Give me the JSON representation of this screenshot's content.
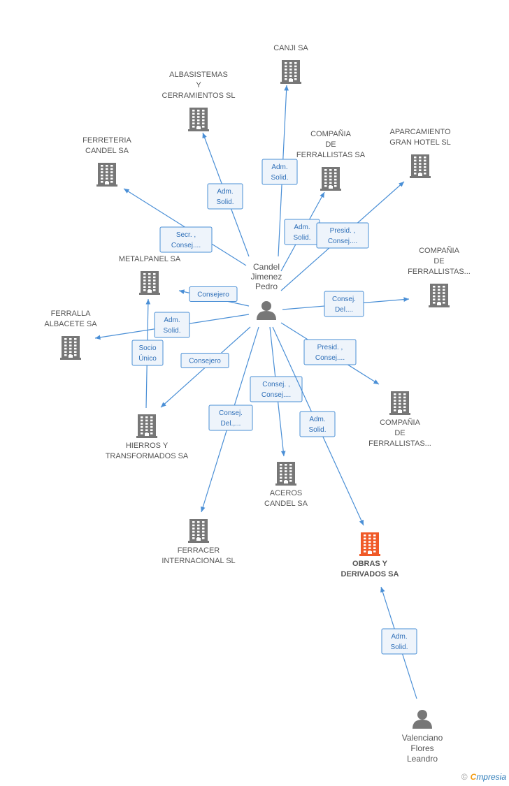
{
  "nodes": [
    {
      "id": "canji",
      "type": "company",
      "label": [
        "CANJI SA"
      ]
    },
    {
      "id": "albasistemas",
      "type": "company",
      "label": [
        "ALBASISTEMAS",
        "Y",
        "CERRAMIENTOS SL"
      ]
    },
    {
      "id": "ferreteria",
      "type": "company",
      "label": [
        "FERRETERIA",
        "CANDEL SA"
      ]
    },
    {
      "id": "compania1",
      "type": "company",
      "label": [
        "COMPAÑIA",
        "DE",
        "FERRALLISTAS SA"
      ]
    },
    {
      "id": "aparcamiento",
      "type": "company",
      "label": [
        "APARCAMIENTO",
        "GRAN HOTEL SL"
      ]
    },
    {
      "id": "metalpanel",
      "type": "company",
      "label": [
        "METALPANEL SA"
      ]
    },
    {
      "id": "compania2",
      "type": "company",
      "label": [
        "COMPAÑIA",
        "DE",
        "FERRALLISTAS..."
      ]
    },
    {
      "id": "ferralla",
      "type": "company",
      "label": [
        "FERRALLA",
        "ALBACETE SA"
      ]
    },
    {
      "id": "compania3",
      "type": "company",
      "label": [
        "COMPAÑIA",
        "DE",
        "FERRALLISTAS..."
      ]
    },
    {
      "id": "hierros",
      "type": "company",
      "label": [
        "HIERROS Y",
        "TRANSFORMADOS SA"
      ]
    },
    {
      "id": "aceros",
      "type": "company",
      "label": [
        "ACEROS",
        "CANDEL SA"
      ]
    },
    {
      "id": "ferracer",
      "type": "company",
      "label": [
        "FERRACER",
        "INTERNACIONAL SL"
      ]
    },
    {
      "id": "obras",
      "type": "company",
      "highlight": true,
      "label": [
        "OBRAS Y",
        "DERIVADOS SA"
      ]
    },
    {
      "id": "candel",
      "type": "person",
      "label": [
        "Candel",
        "Jimenez",
        "Pedro"
      ]
    },
    {
      "id": "valenciano",
      "type": "person",
      "label": [
        "Valenciano",
        "Flores",
        "Leandro"
      ]
    }
  ],
  "edges": [
    {
      "from": "candel",
      "to": "canji",
      "label": [
        "Adm.",
        "Solid."
      ]
    },
    {
      "from": "candel",
      "to": "albasistemas",
      "label": [
        "Adm.",
        "Solid."
      ]
    },
    {
      "from": "candel",
      "to": "ferreteria",
      "label": [
        "Secr. ,",
        "Consej...."
      ]
    },
    {
      "from": "candel",
      "to": "compania1",
      "label": [
        "Adm.",
        "Solid."
      ]
    },
    {
      "from": "candel",
      "to": "aparcamiento",
      "label": [
        "Presid. ,",
        "Consej...."
      ]
    },
    {
      "from": "candel",
      "to": "metalpanel",
      "label": [
        "Consejero"
      ]
    },
    {
      "from": "candel",
      "to": "compania2",
      "label": [
        "Consej.",
        "Del...."
      ]
    },
    {
      "from": "candel",
      "to": "ferralla",
      "label": [
        "Adm.",
        "Solid."
      ]
    },
    {
      "from": "hierros",
      "to": "metalpanel",
      "label": [
        "Socio",
        "Único"
      ]
    },
    {
      "from": "candel",
      "to": "hierros",
      "label": [
        "Consejero"
      ]
    },
    {
      "from": "candel",
      "to": "compania3",
      "label": [
        "Presid. ,",
        "Consej...."
      ]
    },
    {
      "from": "candel",
      "to": "aceros",
      "label": [
        "Consej. ,",
        "Consej...."
      ]
    },
    {
      "from": "candel",
      "to": "ferracer",
      "label": [
        "Consej.",
        "Del.,..."
      ]
    },
    {
      "from": "candel",
      "to": "obras",
      "label": [
        "Adm.",
        "Solid."
      ]
    },
    {
      "from": "valenciano",
      "to": "obras",
      "label": [
        "Adm.",
        "Solid."
      ]
    }
  ],
  "colors": {
    "edge": "#4a8fd6",
    "company": "#777777",
    "highlight_company": "#f05a28",
    "person": "#777777"
  },
  "brand": {
    "copyright": "©",
    "name_first": "C",
    "name_rest": "mpresia"
  }
}
